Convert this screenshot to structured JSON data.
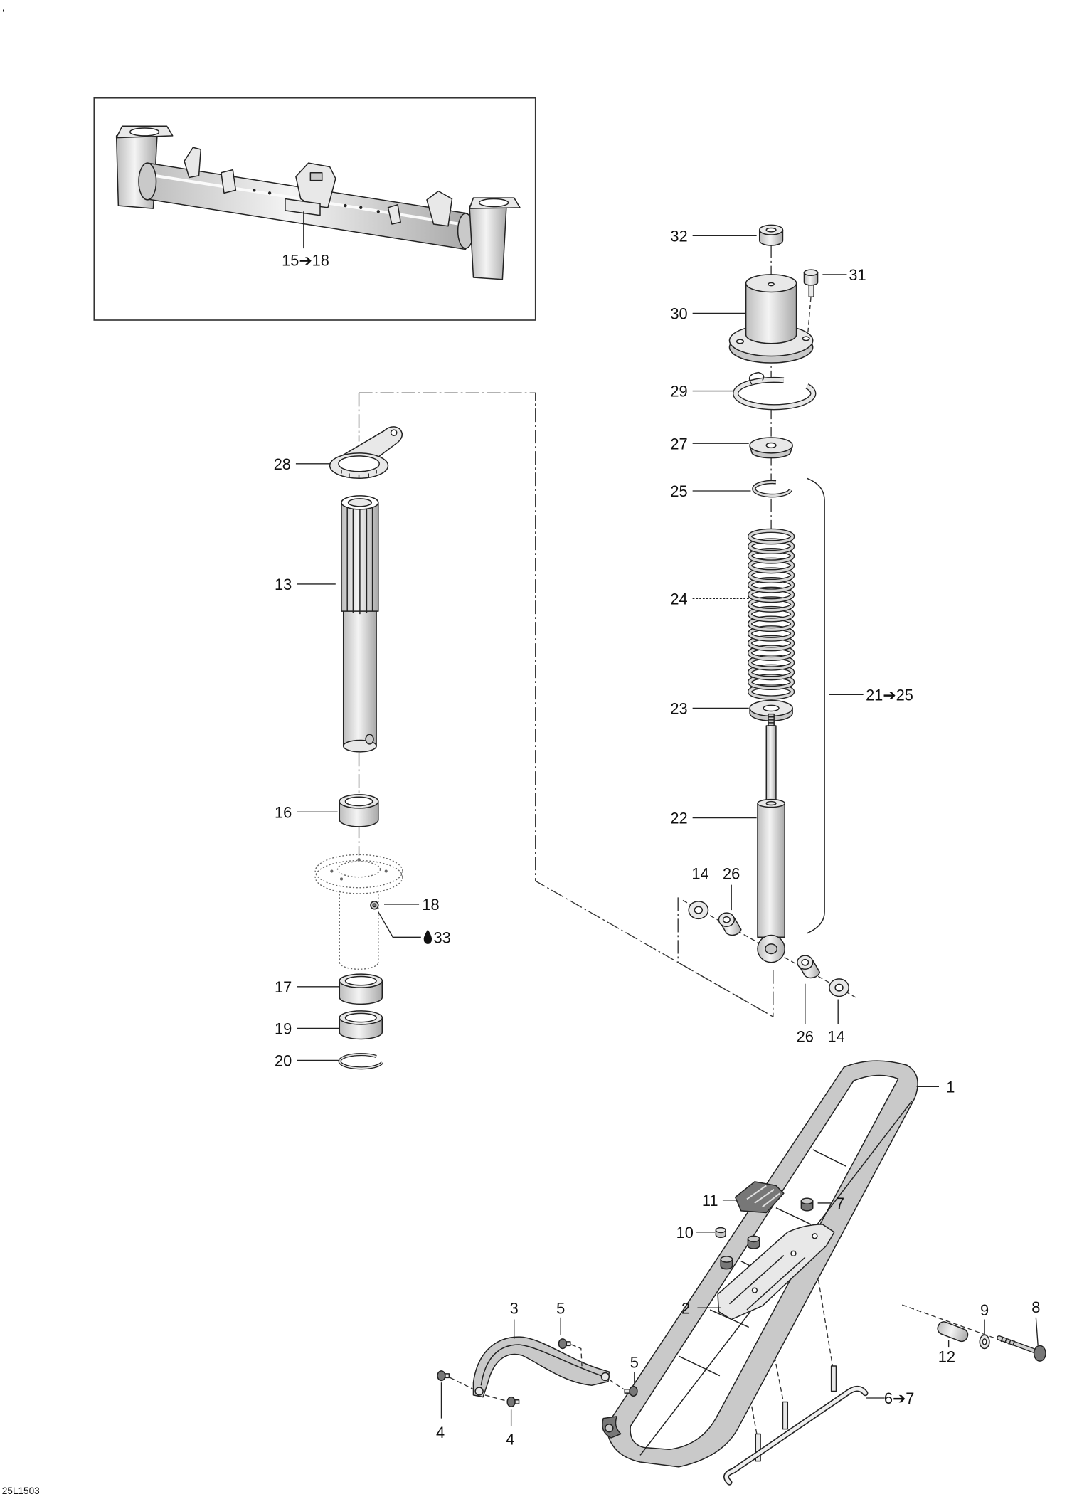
{
  "corner_mark": ",",
  "drawing_code": "25L1503",
  "icons": {
    "lubricant": "oil-drop-icon"
  },
  "inset": {
    "callouts": [
      "15➔18"
    ]
  },
  "spindle_group": {
    "callouts": [
      "28",
      "13",
      "16",
      "18",
      "17",
      "19",
      "20"
    ],
    "lubricant_callout": "33"
  },
  "shock_group": {
    "callouts": [
      "32",
      "31",
      "30",
      "29",
      "27",
      "25",
      "24",
      "23",
      "22",
      "21➔25",
      "14",
      "26",
      "26",
      "14"
    ]
  },
  "ski_group": {
    "callouts": [
      "11",
      "7",
      "10",
      "1",
      "2",
      "3",
      "5",
      "5",
      "4",
      "4",
      "9",
      "8",
      "12",
      "6➔7"
    ]
  }
}
